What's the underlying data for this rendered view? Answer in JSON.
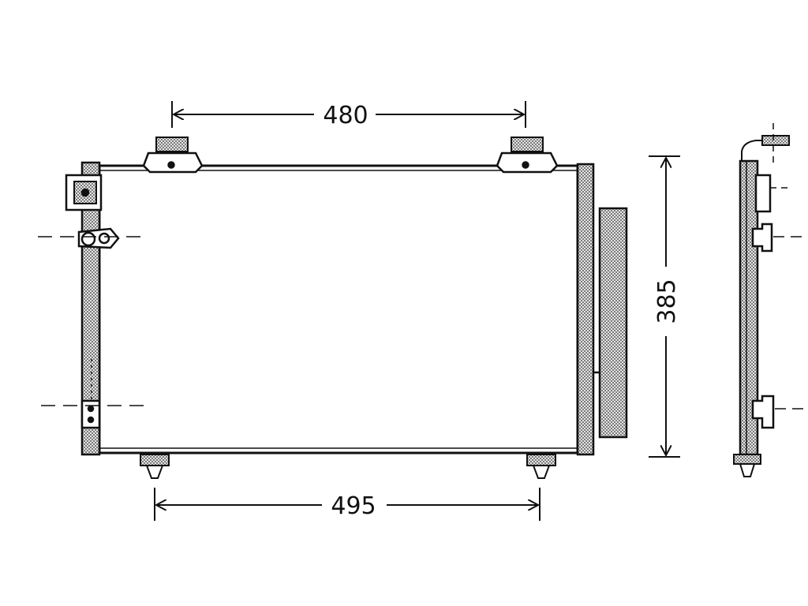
{
  "drawing": {
    "dimensions": {
      "top_width": "480",
      "bottom_width": "495",
      "height": "385"
    },
    "colors": {
      "line": "#111111",
      "hatch": "#9a9a9a",
      "background": "#ffffff"
    }
  }
}
